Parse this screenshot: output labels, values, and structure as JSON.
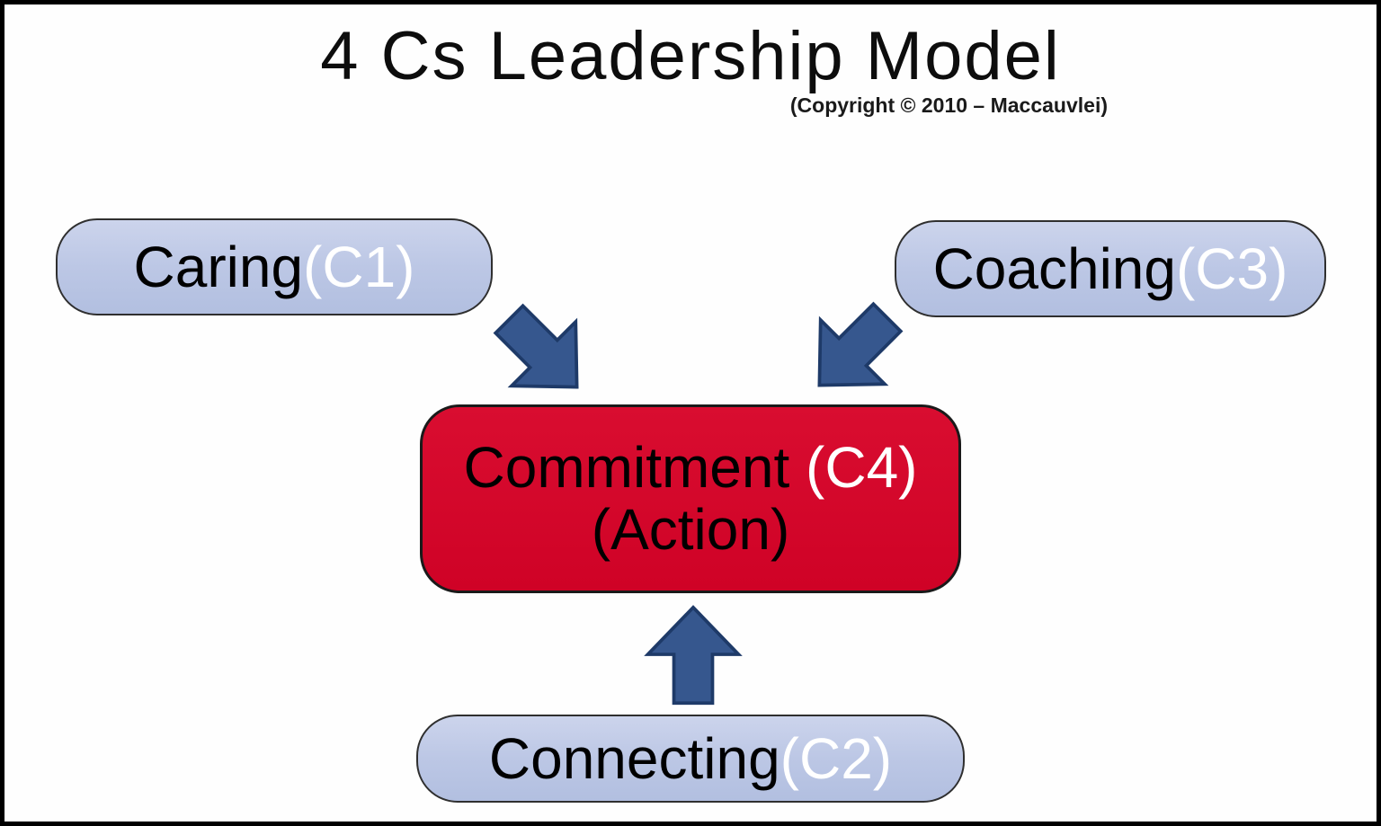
{
  "title": "4 Cs Leadership Model",
  "copyright": "(Copyright © 2010 – Maccauvlei)",
  "nodes": {
    "caring": {
      "label": "Caring ",
      "code": "(C1)"
    },
    "coaching": {
      "label": "Coaching ",
      "code": "(C3)"
    },
    "commitment": {
      "label": "Commitment ",
      "code": "(C4)",
      "subtitle": "(Action)"
    },
    "connecting": {
      "label": "Connecting ",
      "code": "(C2)"
    }
  },
  "arrows": [
    {
      "from": "caring",
      "to": "commitment",
      "direction": "down-right"
    },
    {
      "from": "coaching",
      "to": "commitment",
      "direction": "down-left"
    },
    {
      "from": "connecting",
      "to": "commitment",
      "direction": "up"
    }
  ],
  "colors": {
    "node_blue_fill": "#bcc7e5",
    "node_red_fill": "#d10428",
    "arrow_fill": "#36578e",
    "arrow_outline": "#1e3a68",
    "text_black": "#000000",
    "text_white": "#ffffff",
    "frame_border": "#000000"
  }
}
